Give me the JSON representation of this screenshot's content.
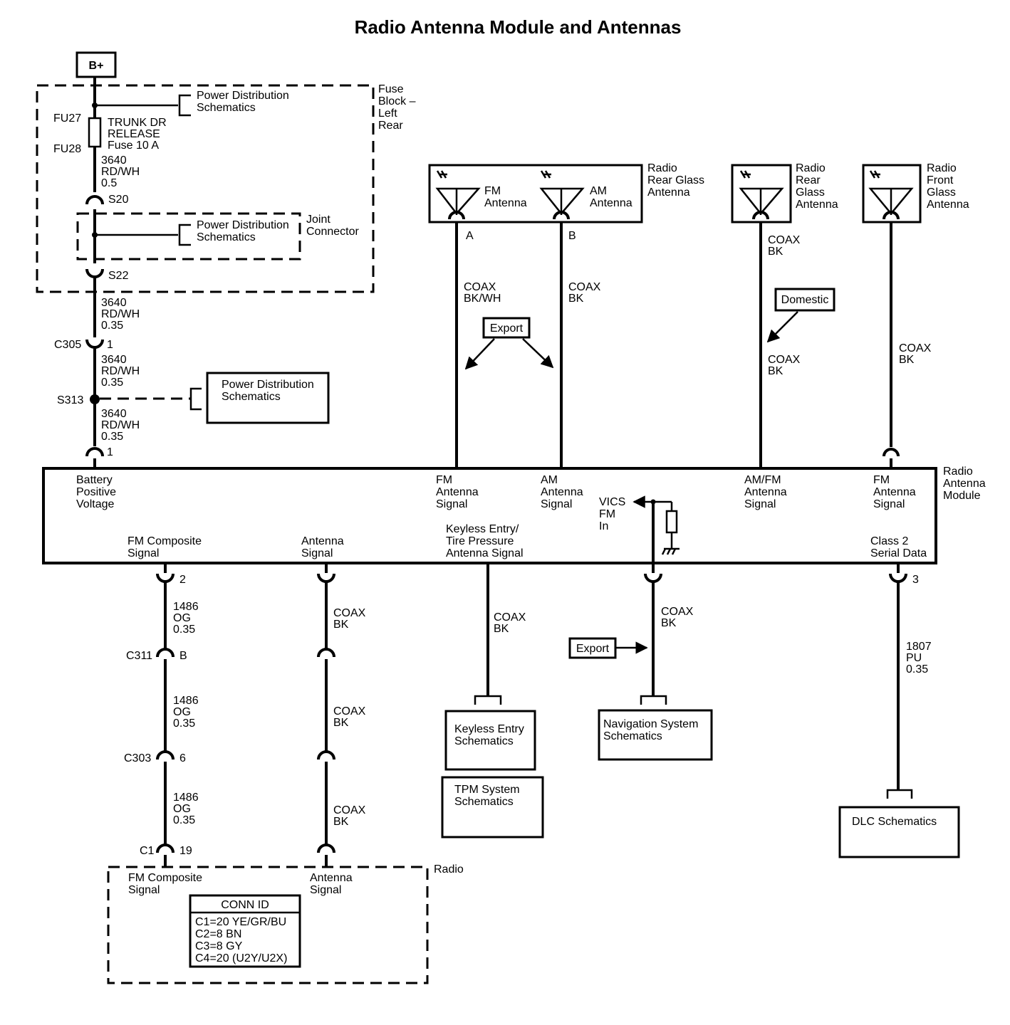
{
  "title": "Radio Antenna Module and Antennas",
  "bplus": "B+",
  "fuse_block": {
    "label": [
      "Fuse",
      "Block –",
      "Left",
      "Rear"
    ],
    "pds_ref": [
      "Power Distribution",
      "Schematics"
    ],
    "fuse_top": "FU27",
    "fuse_bottom": "FU28",
    "fuse_label": [
      "TRUNK DR",
      "RELEASE",
      "Fuse 10 A"
    ],
    "wire_1": [
      "3640",
      "RD/WH",
      "0.5"
    ],
    "splice_top": "S20",
    "splice_bottom": "S22",
    "joint_label": [
      "Joint",
      "Connector"
    ],
    "joint_pds_ref": [
      "Power Distribution",
      "Schematics"
    ]
  },
  "power_path": {
    "wire_2": [
      "3640",
      "RD/WH",
      "0.35"
    ],
    "conn_c305": "C305",
    "conn_c305_pin": "1",
    "wire_3": [
      "3640",
      "RD/WH",
      "0.35"
    ],
    "splice_s313": "S313",
    "s313_ref": [
      "Power Distribution",
      "Schematics"
    ],
    "wire_4": [
      "3640",
      "RD/WH",
      "0.35"
    ],
    "module_pin": "1"
  },
  "antennas": {
    "rear_glass_label": [
      "Radio",
      "Rear Glass",
      "Antenna"
    ],
    "fm_antenna": [
      "FM",
      "Antenna"
    ],
    "am_antenna": [
      "AM",
      "Antenna"
    ],
    "pin_a": "A",
    "pin_b": "B",
    "fm_coax": [
      "COAX",
      "BK/WH"
    ],
    "am_coax": [
      "COAX",
      "BK"
    ],
    "export_label": "Export",
    "rear_glass2_label": [
      "Radio",
      "Rear",
      "Glass",
      "Antenna"
    ],
    "rear_glass2_coax": [
      "COAX",
      "BK"
    ],
    "domestic_label": "Domestic",
    "rear_glass2_coax_lower": [
      "COAX",
      "BK"
    ],
    "front_glass_label": [
      "Radio",
      "Front",
      "Glass",
      "Antenna"
    ],
    "front_glass_coax": [
      "COAX",
      "BK"
    ]
  },
  "module": {
    "label": [
      "Radio",
      "Antenna",
      "Module"
    ],
    "battery_positive": [
      "Battery",
      "Positive",
      "Voltage"
    ],
    "fm_antenna_signal": [
      "FM",
      "Antenna",
      "Signal"
    ],
    "am_antenna_signal": [
      "AM",
      "Antenna",
      "Signal"
    ],
    "vics": [
      "VICS",
      "FM",
      "In"
    ],
    "amfm_antenna_signal": [
      "AM/FM",
      "Antenna",
      "Signal"
    ],
    "fm_antenna_signal_2": [
      "FM",
      "Antenna",
      "Signal"
    ],
    "fm_composite": [
      "FM Composite",
      "Signal"
    ],
    "antenna_signal": [
      "Antenna",
      "Signal"
    ],
    "keyless_entry": [
      "Keyless Entry/",
      "Tire Pressure",
      "Antenna Signal"
    ],
    "class2": [
      "Class 2",
      "Serial Data"
    ]
  },
  "lower": {
    "pin_2": "2",
    "wire_1486_a": [
      "1486",
      "OG",
      "0.35"
    ],
    "c311": "C311",
    "c311_pin": "B",
    "wire_1486_b": [
      "1486",
      "OG",
      "0.35"
    ],
    "c303": "C303",
    "c303_pin": "6",
    "wire_1486_c": [
      "1486",
      "OG",
      "0.35"
    ],
    "c1": "C1",
    "c1_pin": "19",
    "coax_1": [
      "COAX",
      "BK"
    ],
    "coax_2": [
      "COAX",
      "BK"
    ],
    "coax_3": [
      "COAX",
      "BK"
    ],
    "keyless_coax": [
      "COAX",
      "BK"
    ],
    "keyless_schem": [
      "Keyless Entry",
      "Schematics"
    ],
    "tpm_schem": [
      "TPM System",
      "Schematics"
    ],
    "nav_coax": [
      "COAX",
      "BK"
    ],
    "export_label": "Export",
    "nav_schem": [
      "Navigation System",
      "Schematics"
    ],
    "pin_3": "3",
    "wire_1807": [
      "1807",
      "PU",
      "0.35"
    ],
    "dlc_schem": "DLC Schematics"
  },
  "radio": {
    "label": "Radio",
    "fm_composite": [
      "FM Composite",
      "Signal"
    ],
    "antenna_signal": [
      "Antenna",
      "Signal"
    ],
    "conn_id_title": "CONN ID",
    "conn_id_rows": [
      "C1=20 YE/GR/BU",
      "C2=8 BN",
      "C3=8 GY",
      "C4=20 (U2Y/U2X)"
    ]
  }
}
